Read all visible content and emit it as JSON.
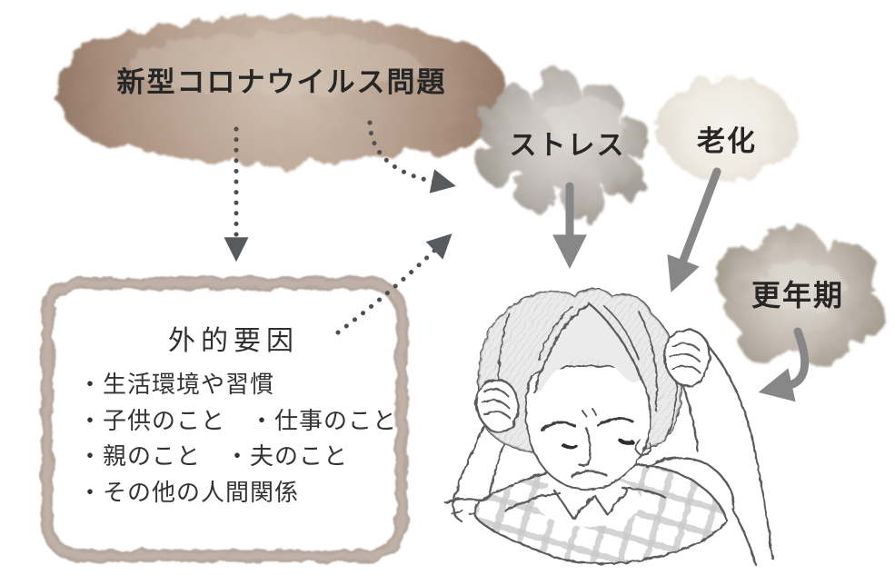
{
  "labels": {
    "covid": "新型コロナウイルス問題",
    "stress": "ストレス",
    "aging": "老化",
    "menopause": "更年期"
  },
  "external_factors": {
    "title": "外的要因",
    "items": [
      "・生活環境や習慣",
      "・子供のこと　・仕事のこと",
      "・親のこと　・夫のこと",
      "・その他の人間関係"
    ]
  },
  "illustration": {
    "icon": "woman-holding-head-illustration"
  },
  "colors": {
    "covid_blob": "#b49c8b",
    "covid_blob_edge": "#8b7361",
    "stress_cloud": "#c6c1bc",
    "stress_cloud_edge": "#9d968f",
    "aging_oval": "#efebe3",
    "aging_oval_edge": "#d7cfc2",
    "menopause_cloud": "#c9c2b9",
    "menopause_cloud_edge": "#9a9083",
    "box_border": "#b5a79c",
    "solid_arrow": "#878787",
    "dotted_arrow": "#4f4f4f",
    "text": "#262626"
  }
}
